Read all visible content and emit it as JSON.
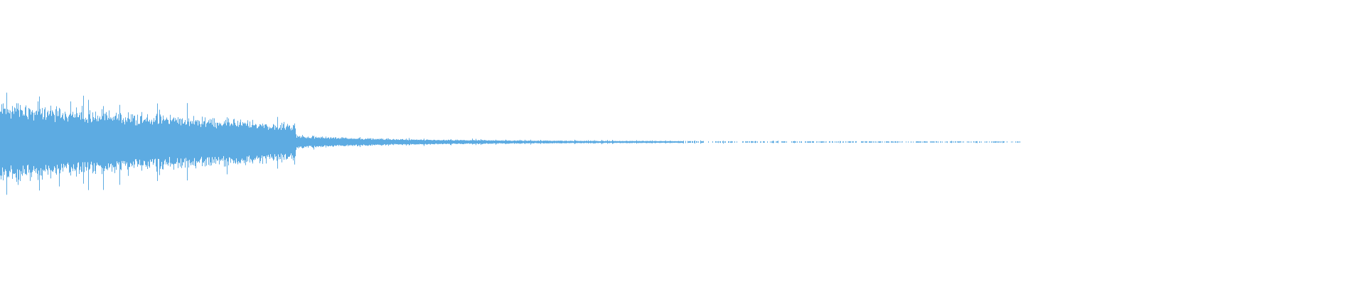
{
  "chart_data": {
    "type": "waveform",
    "title": "",
    "xlabel": "",
    "ylabel": "",
    "xlim": [
      0,
      1
    ],
    "ylim": [
      -1,
      1
    ],
    "grid": false,
    "legend": "none",
    "color": "#5dabe2",
    "end_of_signal": 0.748,
    "envelope": [
      {
        "t": 0.0,
        "typical": 0.24,
        "peak": 0.43
      },
      {
        "t": 0.03,
        "typical": 0.22,
        "peak": 0.4
      },
      {
        "t": 0.055,
        "typical": 0.2,
        "peak": 0.33
      },
      {
        "t": 0.105,
        "typical": 0.17,
        "peak": 0.27
      },
      {
        "t": 0.155,
        "typical": 0.15,
        "peak": 0.23
      },
      {
        "t": 0.2,
        "typical": 0.12,
        "peak": 0.19
      },
      {
        "t": 0.216,
        "typical": 0.11,
        "peak": 0.14
      },
      {
        "t": 0.217,
        "typical": 0.04,
        "peak": 0.06
      },
      {
        "t": 0.26,
        "typical": 0.025,
        "peak": 0.04
      },
      {
        "t": 0.31,
        "typical": 0.015,
        "peak": 0.025
      },
      {
        "t": 0.42,
        "typical": 0.008,
        "peak": 0.015
      },
      {
        "t": 0.55,
        "typical": 0.005,
        "peak": 0.01
      },
      {
        "t": 0.748,
        "typical": 0.004,
        "peak": 0.006
      }
    ]
  }
}
